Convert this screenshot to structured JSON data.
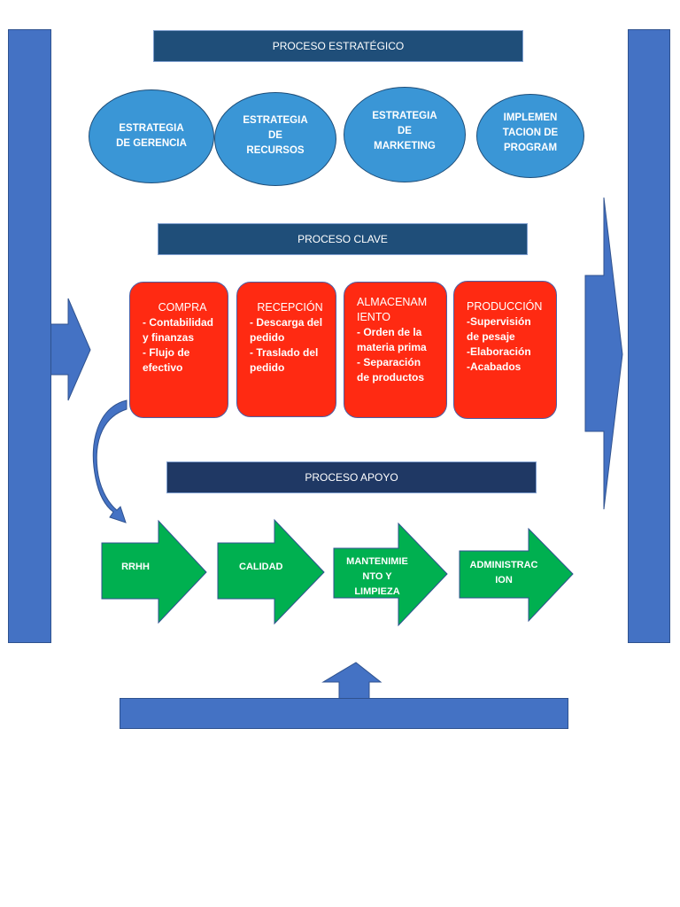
{
  "strategic": {
    "header": "PROCESO ESTRATÉGICO",
    "items": [
      {
        "label": "ESTRATEGIA\nDE GERENCIA"
      },
      {
        "label": "ESTRATEGIA\nDE\nRECURSOS"
      },
      {
        "label": "ESTRATEGIA\nDE\nMARKETING"
      },
      {
        "label": "IMPLEMEN\nTACION DE\nPROGRAM"
      }
    ]
  },
  "key": {
    "header": "PROCESO CLAVE",
    "items": [
      {
        "title": "COMPRA",
        "lines": [
          "- Contabilidad\ny finanzas",
          "- Flujo de\nefectivo"
        ]
      },
      {
        "title": "RECEPCIÓN",
        "lines": [
          "- Descarga del\npedido",
          "- Traslado del\npedido"
        ]
      },
      {
        "title": "ALMACENAM\nIENTO",
        "lines": [
          "- Orden de la\nmateria prima",
          "- Separación\nde productos"
        ]
      },
      {
        "title": "PRODUCCIÓN",
        "lines": [
          "-Supervisión\nde pesaje",
          "-Elaboración",
          "-Acabados"
        ]
      }
    ]
  },
  "support": {
    "header": "PROCESO APOYO",
    "items": [
      {
        "label": "RRHH"
      },
      {
        "label": "CALIDAD"
      },
      {
        "label": "MANTENIMIE\nNTO Y\nLIMPIEZA"
      },
      {
        "label": "ADMINISTRAC\nION"
      }
    ]
  },
  "colors": {
    "frame_blue": "#4472c4",
    "strategic_header": "#1f4e79",
    "support_header": "#1f3864",
    "ellipse": "#3a96d6",
    "key_card": "#ff2a12",
    "support_arrow": "#00b050"
  }
}
